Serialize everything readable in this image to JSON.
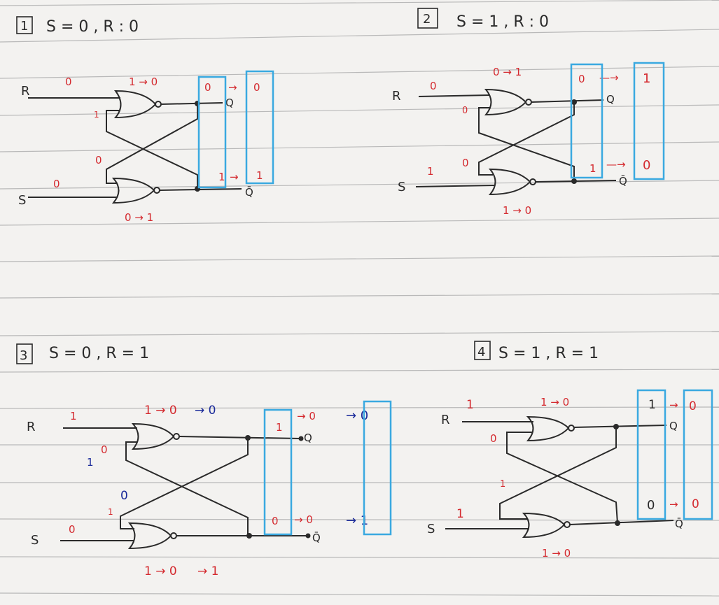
{
  "colors": {
    "paper": "#f3f2f0",
    "rule": "#b9b9b9",
    "ink": "#2a2a2a",
    "red": "#d42a2f",
    "blue": "#1a2a9a",
    "box": "#3aa9e0"
  },
  "panels": [
    {
      "number": "1",
      "heading": "S = 0 ,  R : 0",
      "labels": {
        "R": "R",
        "S": "S",
        "Q": "Q",
        "Qbar": "Q̄"
      },
      "annotations": {
        "r_in": "0",
        "r_nor_out": "1 → 0",
        "top_fb": "1",
        "bot_fb": "0",
        "s_in": "0",
        "s_nor_out": "0 → 1",
        "q_box": "0",
        "q_arrow": "→",
        "q_new": "0",
        "qb_box": "1",
        "qb_arrow": "→",
        "qb_new": "1"
      }
    },
    {
      "number": "2",
      "heading": "S = 1 ,  R : 0",
      "labels": {
        "R": "R",
        "S": "S",
        "Q": "Q",
        "Qbar": "Q̄"
      },
      "annotations": {
        "r_in": "0",
        "r_nor_out": "0 → 1",
        "top_fb": "0",
        "bot_fb": "0",
        "s_in": "1",
        "s_nor_out": "1 → 0",
        "q_box": "0",
        "q_arrow": "—→",
        "q_new": "1",
        "qb_box": "1",
        "qb_arrow": "—→",
        "qb_new": "0"
      }
    },
    {
      "number": "3",
      "heading": "S = 0 ,  R = 1",
      "labels": {
        "R": "R",
        "S": "S",
        "Q": "Q",
        "Qbar": "Q̄"
      },
      "annotations": {
        "r_in": "1",
        "r_nor_out_red": "1 → 0",
        "r_nor_out_blue": "→ 0",
        "top_fb_red": "0",
        "top_fb_blue": "1",
        "bot_fb_red": "1",
        "bot_fb_blue": "0",
        "s_in": "0",
        "s_nor_out_red": "1 → 0",
        "s_nor_out_blue": "→ 1",
        "q_box": "1",
        "q_red": "→ 0",
        "q_blue": "→ 0",
        "qb_box": "0",
        "qb_red": "→ 0",
        "qb_blue": "→ 1"
      }
    },
    {
      "number": "4",
      "heading": "S = 1 ,  R = 1",
      "labels": {
        "R": "R",
        "S": "S",
        "Q": "Q",
        "Qbar": "Q̄"
      },
      "annotations": {
        "r_in": "1",
        "r_nor_out": "1 → 0",
        "top_fb": "0",
        "bot_fb": "1",
        "s_in": "1",
        "s_nor_out": "1 → 0",
        "q_box": "1",
        "q_arrow": "→",
        "q_new": "0",
        "qb_box": "0",
        "qb_arrow": "→",
        "qb_new": "0"
      }
    }
  ]
}
